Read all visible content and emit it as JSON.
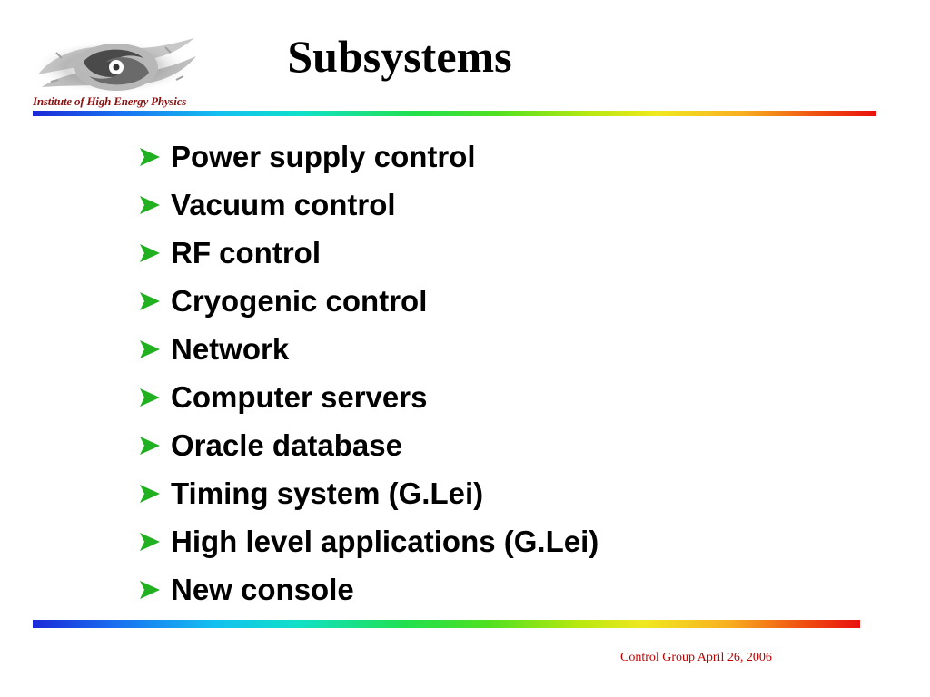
{
  "header": {
    "title": "Subsystems",
    "logo_text": "Institute of High Energy Physics"
  },
  "bullets": [
    {
      "text": "Power supply control",
      "icon": "arrow-bullet-icon"
    },
    {
      "text": "Vacuum control",
      "icon": "arrow-bullet-icon"
    },
    {
      "text": "RF control",
      "icon": "arrow-bullet-icon"
    },
    {
      "text": "Cryogenic control",
      "icon": "arrow-bullet-icon"
    },
    {
      "text": "Network",
      "icon": "arrow-bullet-icon"
    },
    {
      "text": "Computer servers",
      "icon": "arrow-bullet-icon"
    },
    {
      "text": "Oracle database",
      "icon": "arrow-bullet-icon"
    },
    {
      "text": "Timing system (G.Lei)",
      "icon": "arrow-bullet-icon"
    },
    {
      "text": "High level applications (G.Lei)",
      "icon": "arrow-bullet-icon"
    },
    {
      "text": "New console",
      "icon": "arrow-bullet-icon"
    }
  ],
  "footer": {
    "text": "Control Group April 26, 2006"
  },
  "colors": {
    "title": "#000000",
    "bullet_text": "#000000",
    "bullet_arrow": "#20b020",
    "footer": "#c00000",
    "logo_text": "#8b1010"
  }
}
